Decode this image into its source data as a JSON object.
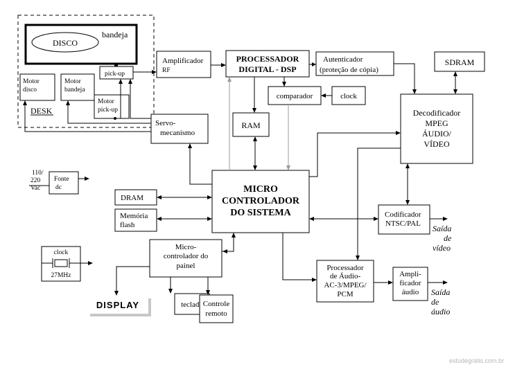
{
  "desk": {
    "label": "DESK",
    "tray": "bandeja",
    "disc": "DISCO",
    "motor_disc": [
      "Motor",
      "disco"
    ],
    "motor_tray": [
      "Motor",
      "bandeja"
    ],
    "pickup": "pick-up",
    "motor_pickup": [
      "Motor",
      "pick-up"
    ]
  },
  "blocks": {
    "amplifier_rf": [
      "Amplificador",
      "RF"
    ],
    "dsp": [
      "PROCESSADOR",
      "DIGITAL - DSP"
    ],
    "authenticator": [
      "Autenticador",
      "(proteção de cópia)"
    ],
    "sdram": "SDRAM",
    "comparator": "comparador",
    "clock": "clock",
    "ram": "RAM",
    "servo": [
      "Servo-",
      "mecanismo"
    ],
    "mpeg_decoder": [
      "Decodificador",
      "MPEG",
      "ÁUDIO/",
      "VÍDEO"
    ],
    "power": [
      "Fonte",
      "dc"
    ],
    "power_input": [
      "110/",
      "220",
      "Vac"
    ],
    "micro": [
      "MICRO",
      "CONTROLADOR",
      "DO SISTEMA"
    ],
    "dram": "DRAM",
    "flash": [
      "Memória",
      "flash"
    ],
    "ntsc": [
      "Codificador",
      "NTSC/PAL"
    ],
    "video_out": [
      "Saída",
      "de",
      "vídeo"
    ],
    "panel_mcu": [
      "Micro-",
      "controlador do",
      "painel"
    ],
    "audio_proc": [
      "Processador",
      "de Áudio-",
      "AC-3/MPEG/",
      "PCM"
    ],
    "audio_amp": [
      "Ampli-",
      "ficador",
      "áudio"
    ],
    "audio_out": [
      "Saída",
      "de",
      "áudio"
    ],
    "display": "DISPLAY",
    "keyboard": "teclado",
    "remote": [
      "Controle",
      "remoto"
    ],
    "crystal": [
      "clock",
      "27MHz"
    ]
  },
  "footer": {
    "watermark": "estudegratis.com.br"
  }
}
